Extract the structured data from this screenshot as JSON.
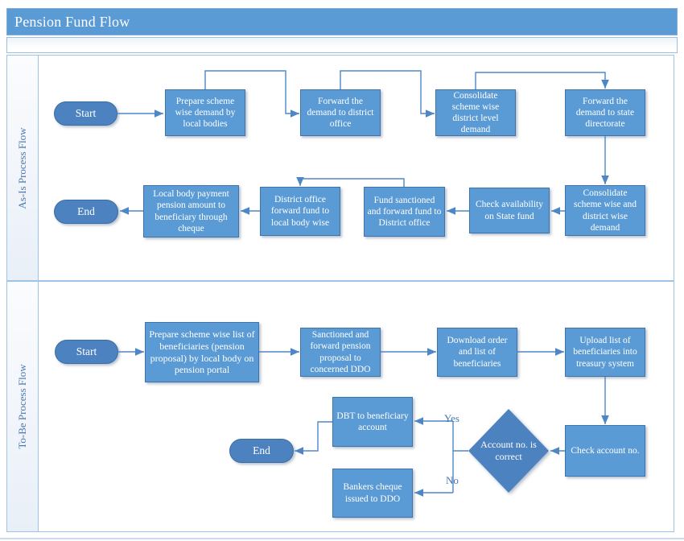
{
  "header": {
    "title": "Pension Fund Flow"
  },
  "lanes": {
    "asis": {
      "label": "As-Is Process Flow",
      "nodes": {
        "start": "Start",
        "prepare_demand": "Prepare scheme wise demand by local bodies",
        "forward_district": "Forward the demand to district office",
        "consolidate_district": "Consolidate scheme wise district level demand",
        "forward_state": "Forward the demand to state directorate",
        "consolidate_state": "Consolidate scheme wise and district wise demand",
        "check_availability": "Check availability on State fund",
        "fund_sanctioned": "Fund sanctioned and forward fund to District office",
        "district_forward": "District office forward fund to local body wise",
        "local_body_payment": "Local body payment pension amount to beneficiary through cheque",
        "end": "End"
      }
    },
    "tobe": {
      "label": "To-Be Process Flow",
      "nodes": {
        "start": "Start",
        "prepare_list": "Prepare scheme wise list of beneficiaries (pension proposal) by local body on pension portal",
        "sanction_forward": "Sanctioned and forward pension proposal to concerned DDO",
        "download_order": "Download order and list of beneficiaries",
        "upload_list": "Upload list of beneficiaries into treasury system",
        "check_account": "Check account no.",
        "decision": "Account no. is correct",
        "yes_label": "Yes",
        "no_label": "No",
        "dbt": "DBT to beneficiary account",
        "bankers_cheque": "Bankers cheque issued to DDO",
        "end": "End"
      }
    }
  },
  "colors": {
    "header_fill": "#5b9bd5",
    "process_fill": "#5b9bd5",
    "process_border": "#4273a8",
    "terminal_fill": "#4c82bf",
    "connector": "#4e87c6",
    "lane_label_text": "#4a78ae"
  }
}
